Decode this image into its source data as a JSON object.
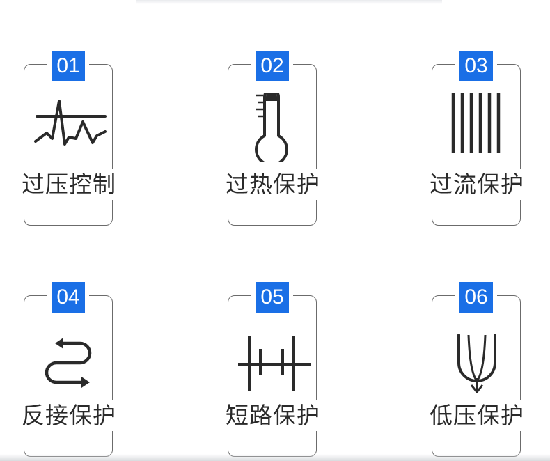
{
  "cards": [
    {
      "number": "01",
      "label": "过压控制",
      "icon": "overvoltage-waveform-icon"
    },
    {
      "number": "02",
      "label": "过热保护",
      "icon": "thermometer-icon"
    },
    {
      "number": "03",
      "label": "过流保护",
      "icon": "vertical-bars-icon"
    },
    {
      "number": "04",
      "label": "反接保护",
      "icon": "reverse-arrows-icon"
    },
    {
      "number": "05",
      "label": "短路保护",
      "icon": "short-circuit-icon"
    },
    {
      "number": "06",
      "label": "低压保护",
      "icon": "low-voltage-icon"
    }
  ],
  "colors": {
    "badge": "#1a6fe6",
    "stroke": "#2a2a2a",
    "border": "#6b6b6b"
  }
}
